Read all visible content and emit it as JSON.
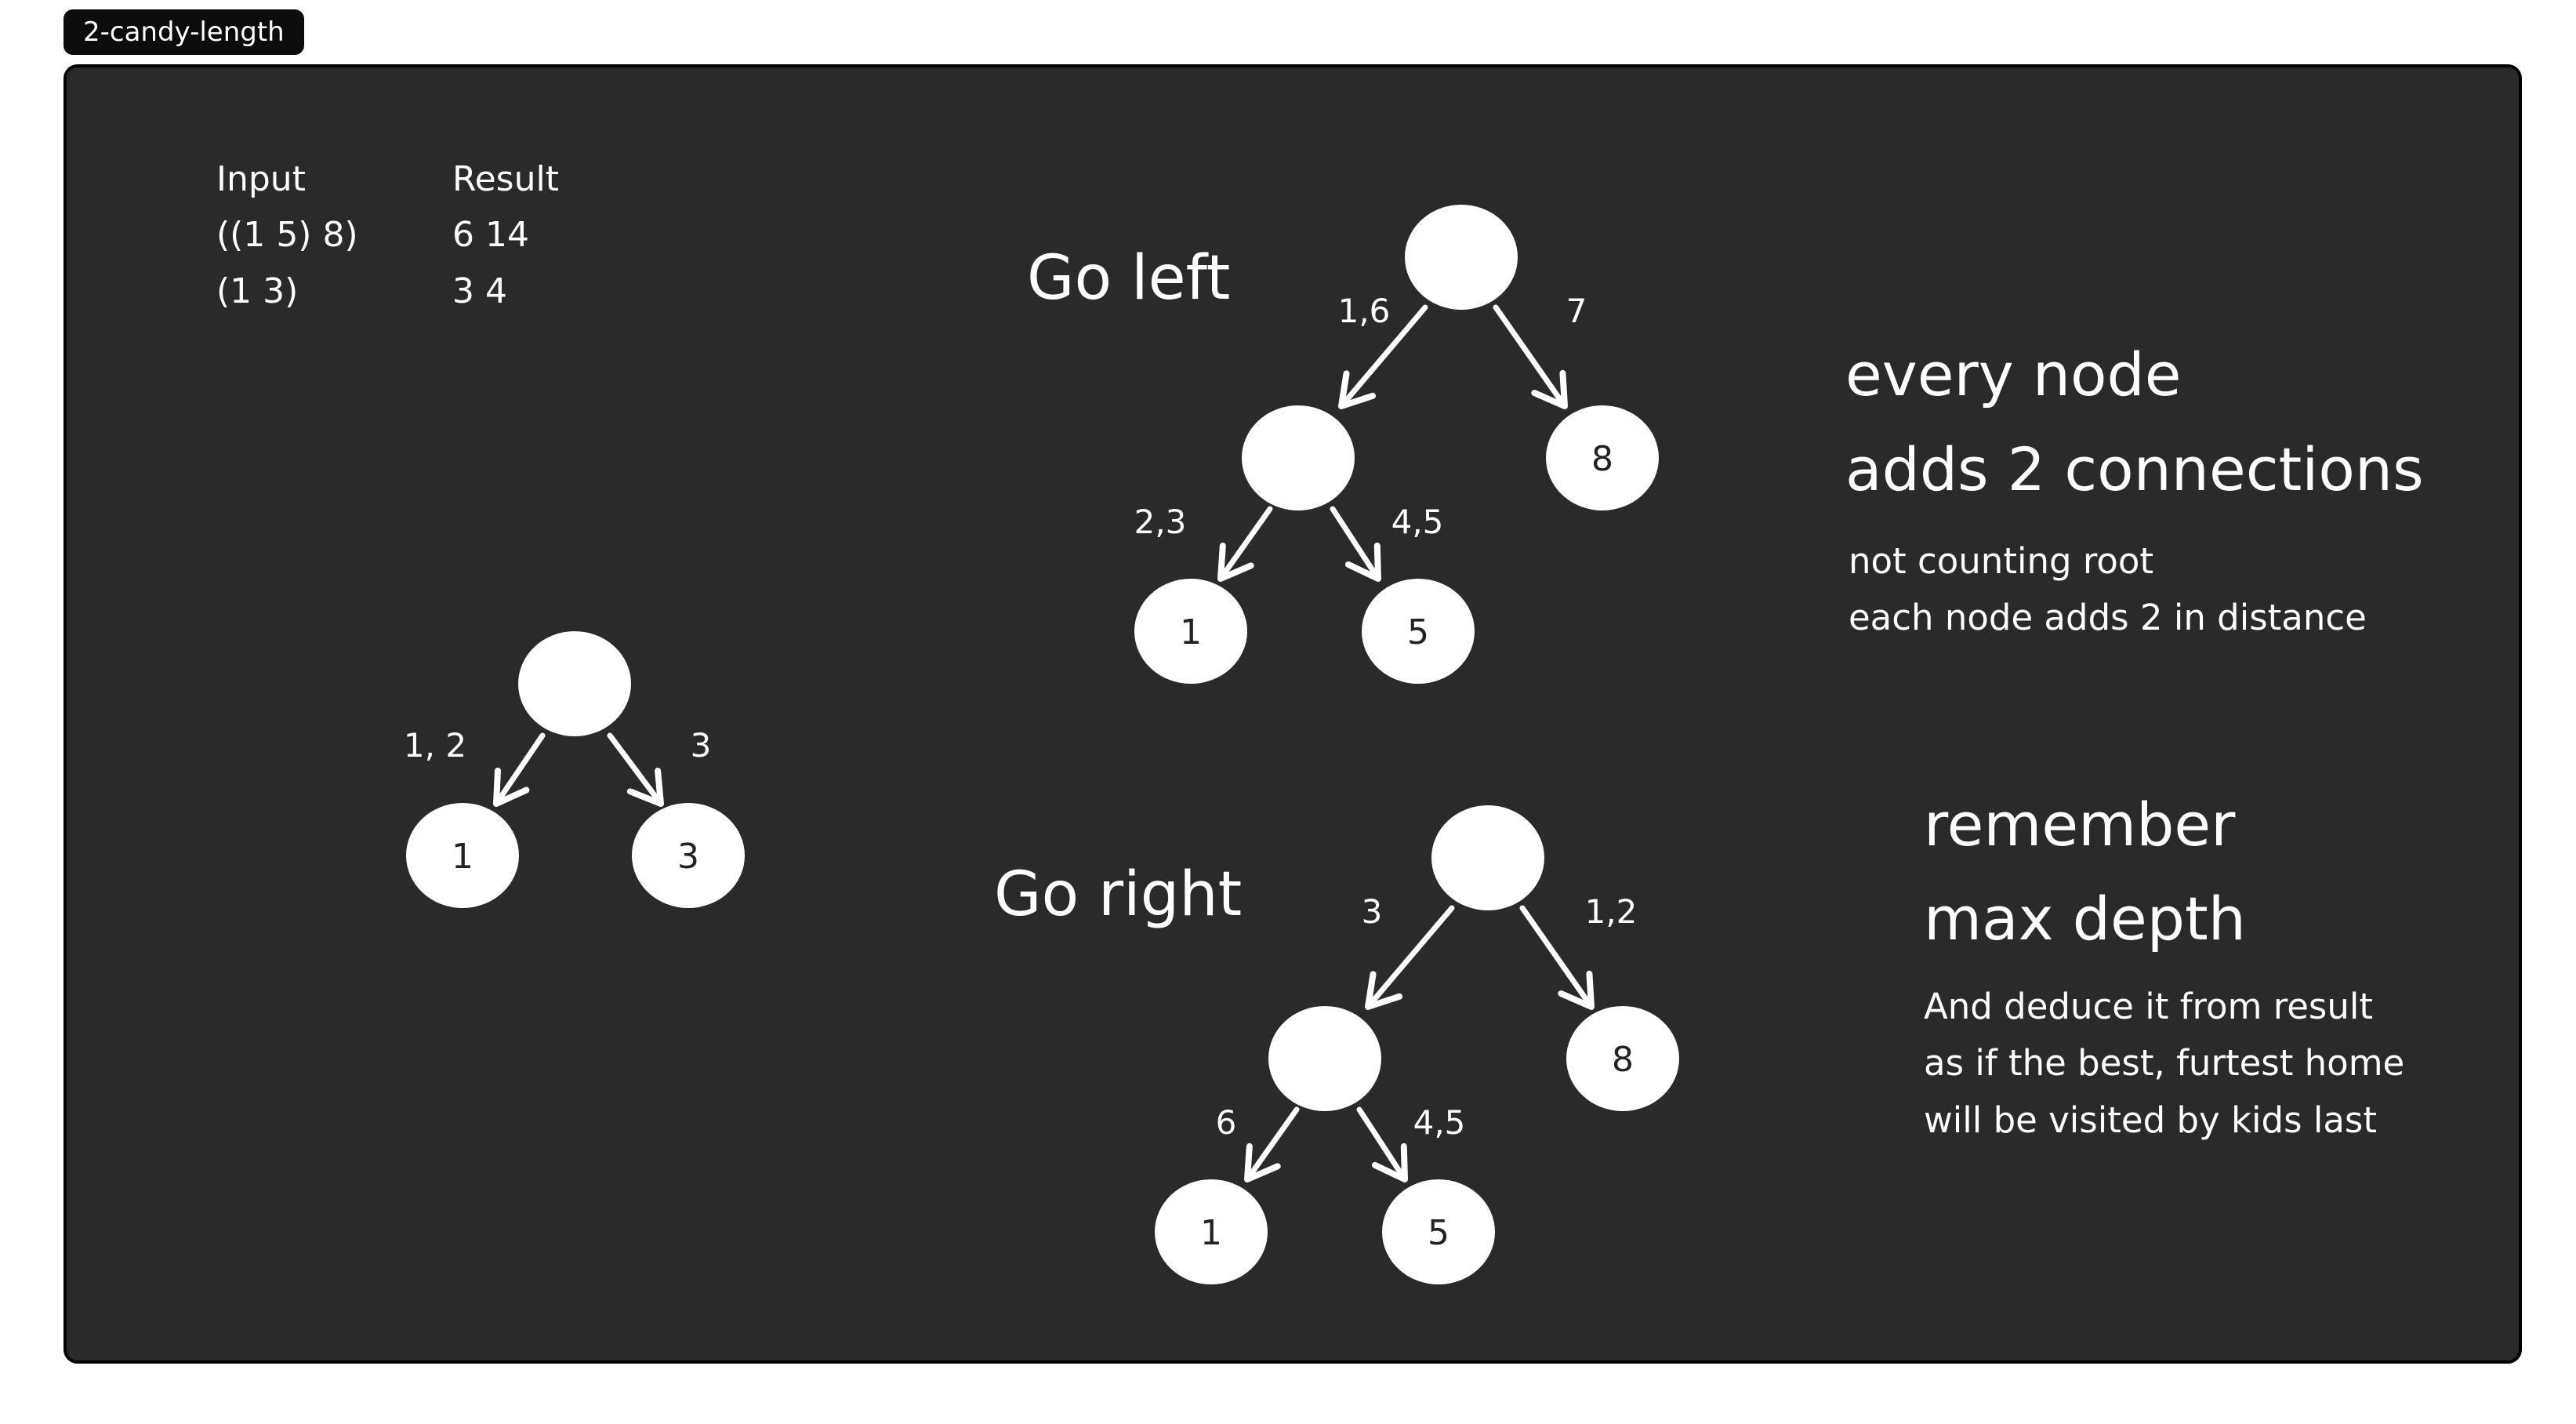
{
  "frame_label": "2-candy-length",
  "table": {
    "header_input": "Input",
    "header_result": "Result",
    "rows": [
      {
        "input": "((1 5) 8)",
        "result": "6 14"
      },
      {
        "input": "(1 3)",
        "result": "3 4"
      }
    ]
  },
  "small_tree": {
    "edge_left": "1, 2",
    "edge_right": "3",
    "leaf_left": "1",
    "leaf_right": "3"
  },
  "go_left": {
    "title": "Go left",
    "edges": {
      "root_left": "1,6",
      "root_right": "7",
      "mid_left": "2,3",
      "mid_right": "4,5"
    },
    "nodes": {
      "right": "8",
      "leaf_left": "1",
      "leaf_right": "5"
    }
  },
  "go_right": {
    "title": "Go right",
    "edges": {
      "root_left": "3",
      "root_right": "1,2",
      "mid_left": "6",
      "mid_right": "4,5"
    },
    "nodes": {
      "right": "8",
      "leaf_left": "1",
      "leaf_right": "5"
    }
  },
  "note_connections": {
    "heading": [
      "every node",
      "adds 2 connections"
    ],
    "body": [
      "not counting root",
      "each node adds 2 in distance"
    ]
  },
  "note_depth": {
    "heading": [
      "remember",
      "max depth"
    ],
    "body": [
      "And deduce it from result",
      "as if the best, furtest home",
      "will be visited by kids last"
    ]
  },
  "colors": {
    "canvas": "#2a2a2a",
    "ink": "#ffffff",
    "tag": "#0c0c0c"
  }
}
